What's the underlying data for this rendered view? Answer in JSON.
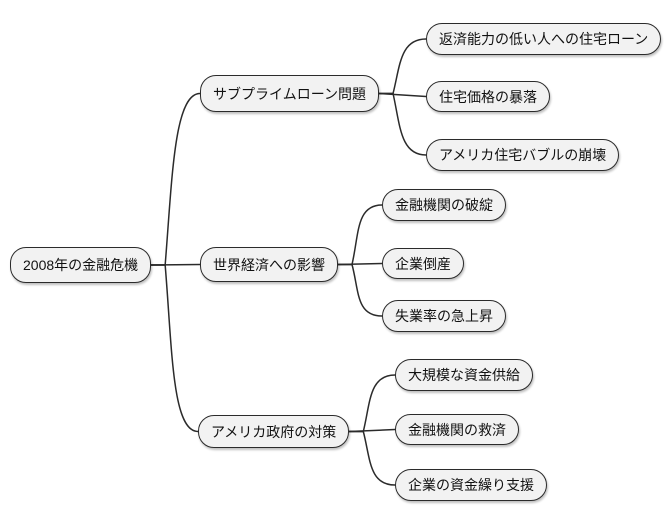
{
  "diagram": {
    "type": "mindmap",
    "colors": {
      "background": "#ffffff",
      "node_fill": "#f2f2f2",
      "node_border": "#2b2b2b",
      "line": "#2b2b2b"
    },
    "root": {
      "label": "2008年の金融危機"
    },
    "branches": [
      {
        "label": "サブプライムローン問題",
        "children": [
          {
            "label": "返済能力の低い人への住宅ローン"
          },
          {
            "label": "住宅価格の暴落"
          },
          {
            "label": "アメリカ住宅バブルの崩壊"
          }
        ]
      },
      {
        "label": "世界経済への影響",
        "children": [
          {
            "label": "金融機関の破綻"
          },
          {
            "label": "企業倒産"
          },
          {
            "label": "失業率の急上昇"
          }
        ]
      },
      {
        "label": "アメリカ政府の対策",
        "children": [
          {
            "label": "大規模な資金供給"
          },
          {
            "label": "金融機関の救済"
          },
          {
            "label": "企業の資金繰り支援"
          }
        ]
      }
    ]
  }
}
